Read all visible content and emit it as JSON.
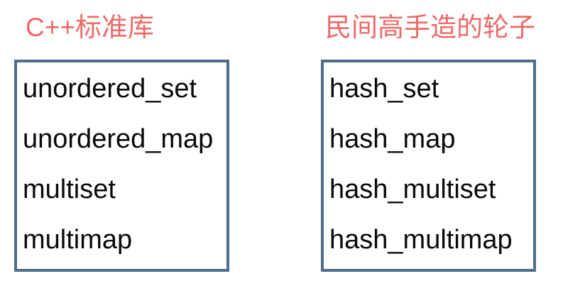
{
  "colors": {
    "title": "#ec6a66",
    "border": "#4d6d88",
    "text": "#0a0a0a",
    "background": "#ffffff"
  },
  "panels": [
    {
      "title": "C++标准库",
      "items": [
        "unordered_set",
        "unordered_map",
        "multiset",
        "multimap"
      ]
    },
    {
      "title": "民间高手造的轮子",
      "items": [
        "hash_set",
        "hash_map",
        "hash_multiset",
        "hash_multimap"
      ]
    }
  ]
}
